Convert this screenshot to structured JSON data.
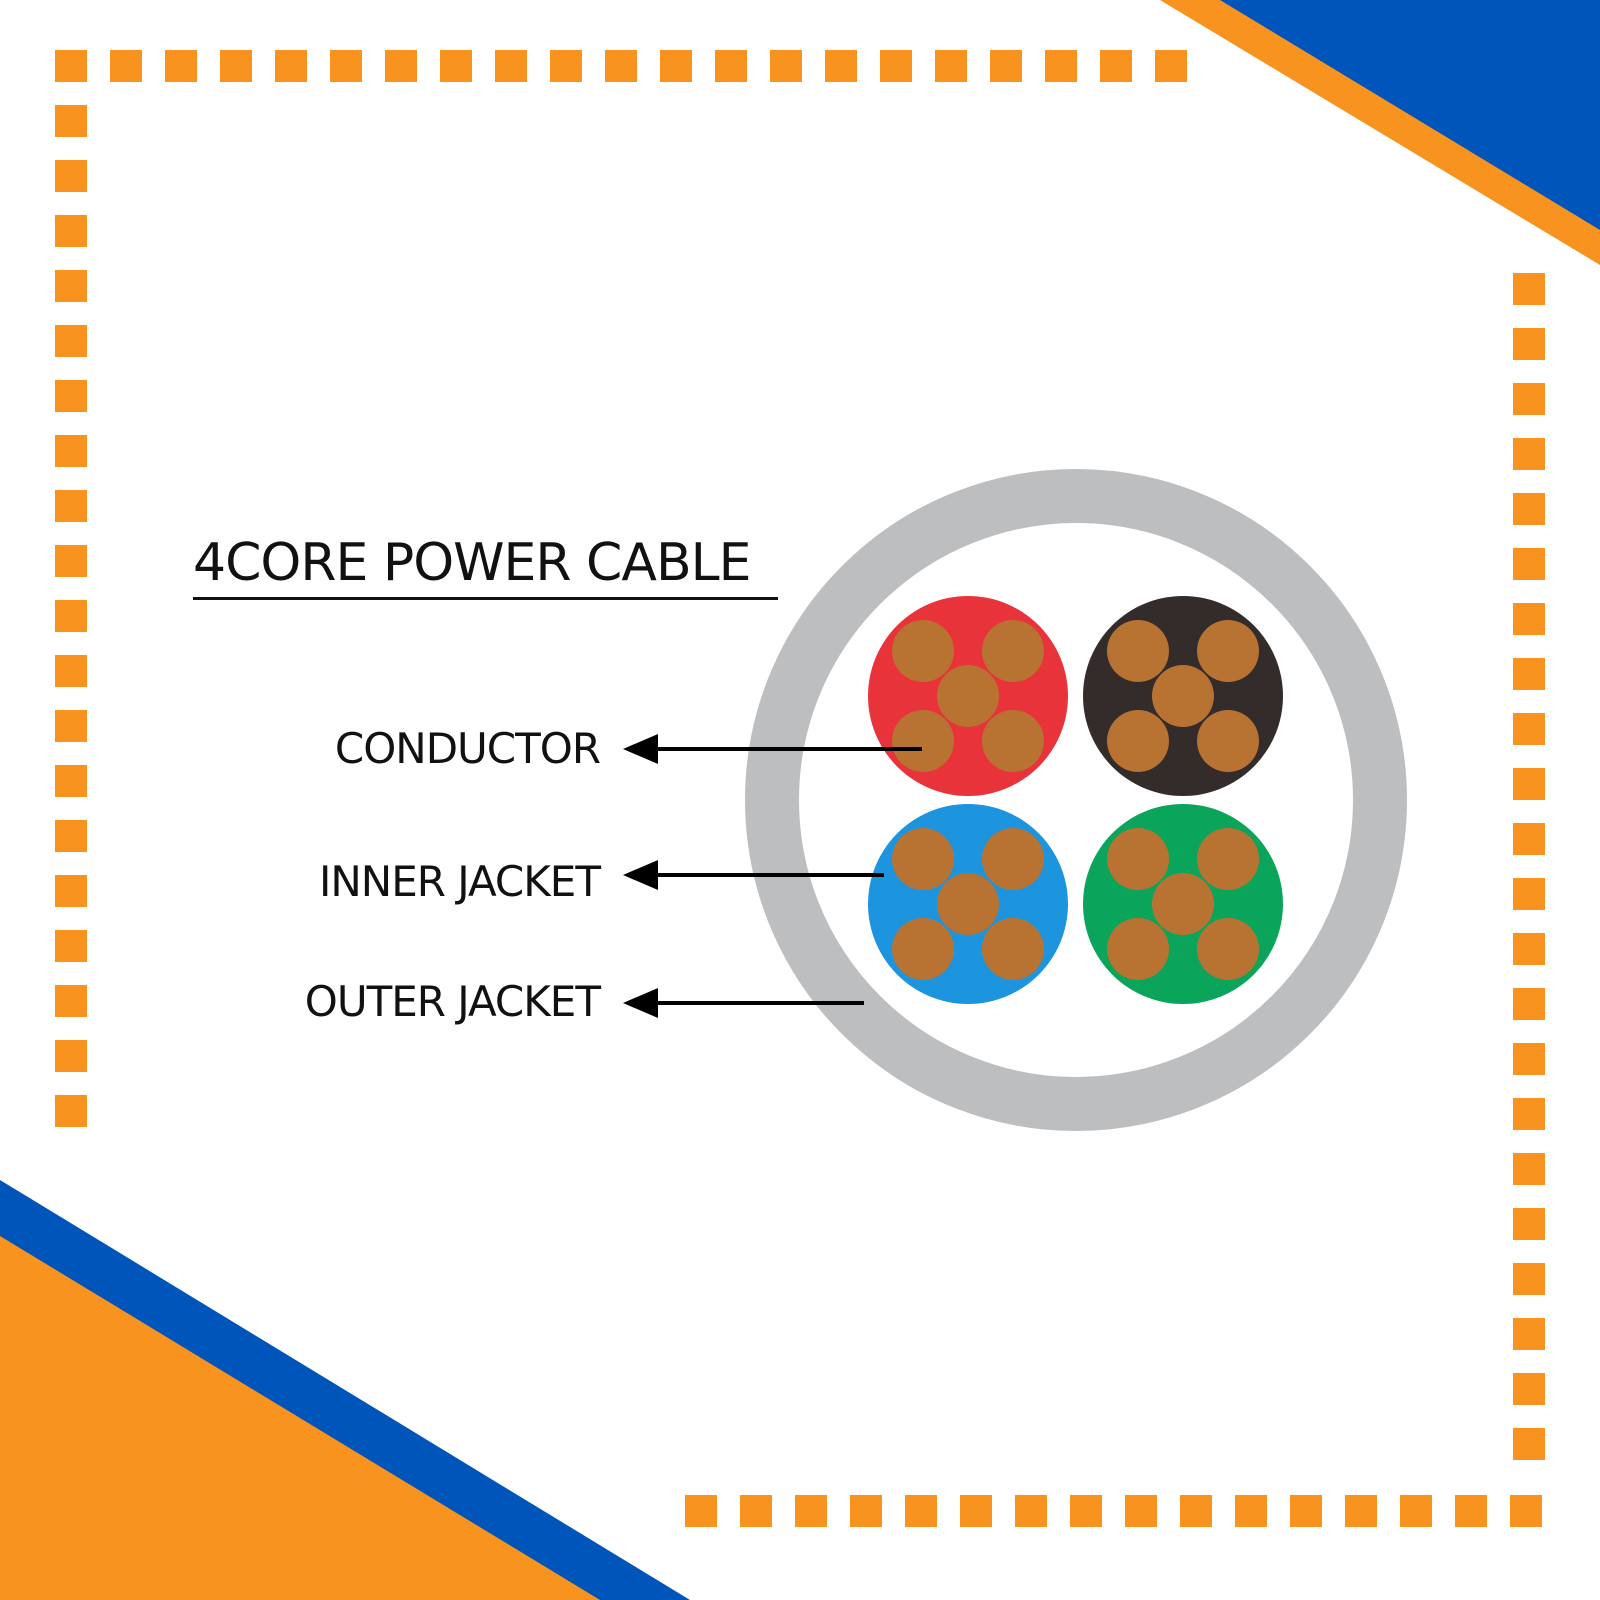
{
  "title": "4CORE POWER CABLE",
  "labels": {
    "conductor": "CONDUCTOR",
    "inner_jacket": "INNER JACKET",
    "outer_jacket": "OUTER JACKET"
  },
  "colors": {
    "background": "#ffffff",
    "accent_orange": "#f7931e",
    "accent_blue": "#0055bb",
    "outer_jacket": "#bcbec0",
    "conductor": "#b87333",
    "text": "#111111",
    "cores": [
      "#e8333b",
      "#332c2b",
      "#1c94de",
      "#0aa55a"
    ]
  },
  "cable": {
    "core_count": 4,
    "strands_per_core": 5
  }
}
